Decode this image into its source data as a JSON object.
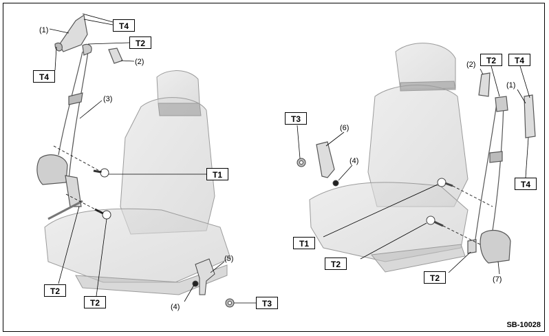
{
  "figure_code": "SB-10028",
  "torque_labels": {
    "t1": "T1",
    "t2": "T2",
    "t3": "T3",
    "t4": "T4"
  },
  "part_numbers": {
    "p1": "(1)",
    "p2": "(2)",
    "p3": "(3)",
    "p4": "(4)",
    "p5": "(5)",
    "p6": "(6)",
    "p7": "(7)"
  }
}
